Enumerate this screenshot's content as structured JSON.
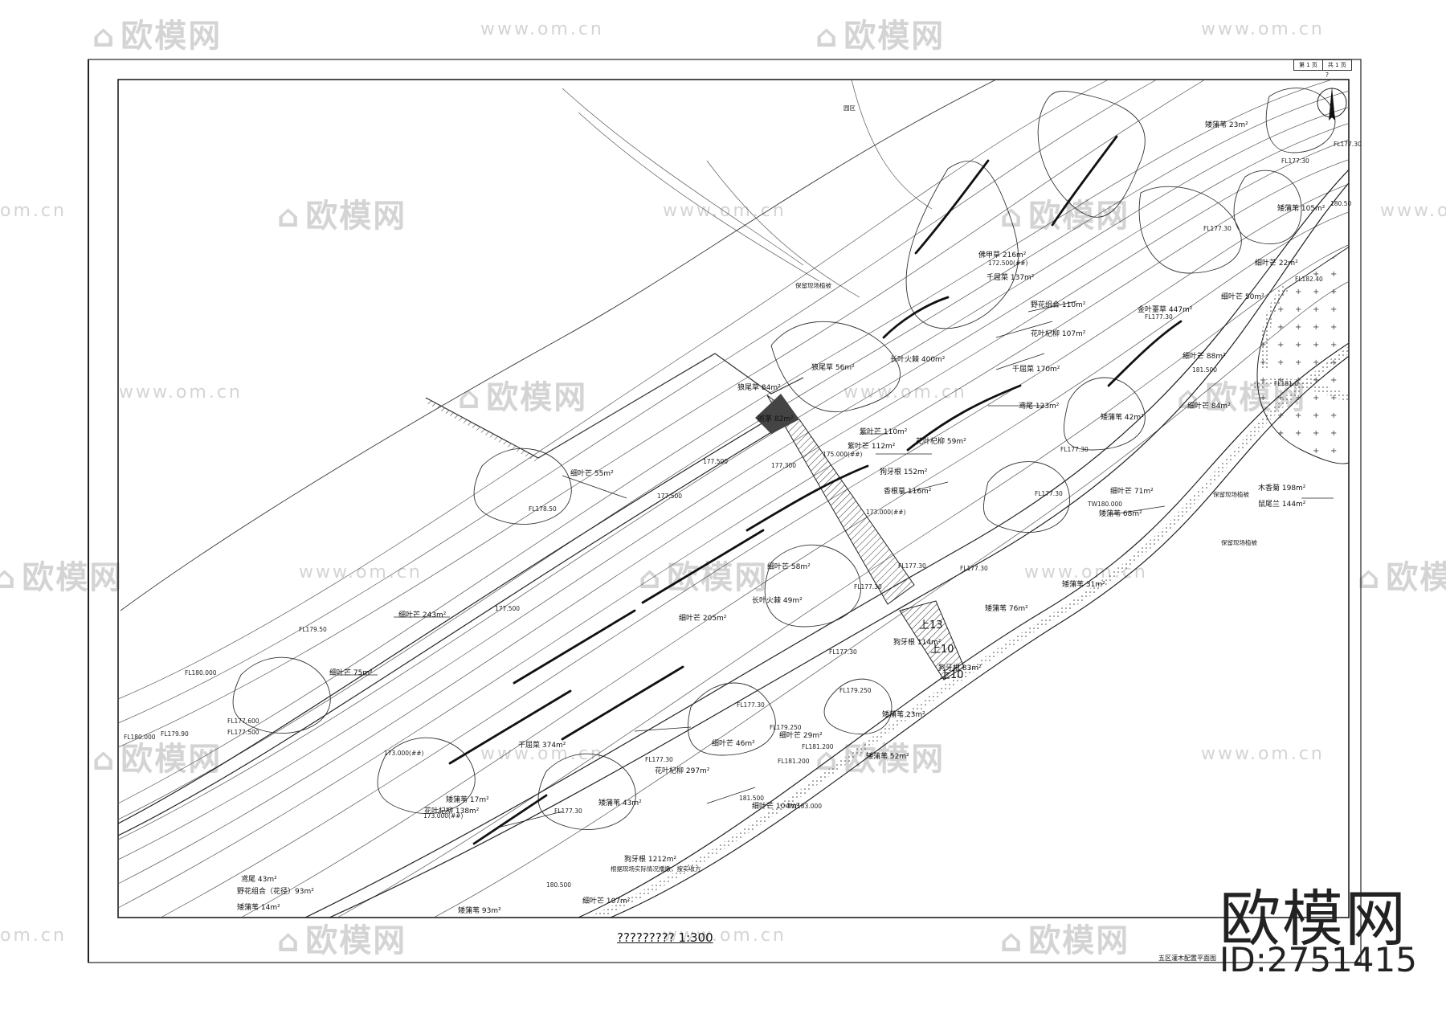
{
  "watermark": {
    "logo": "欧模网",
    "url": "www.om.cn",
    "url_partial": "om.cn"
  },
  "brand": {
    "name": "欧模网",
    "id": "ID:2751415"
  },
  "sheet": {
    "page_current": "第 1 页",
    "page_total": "共 1 页",
    "drawing_title": "????????? 1:300",
    "sheet_name": "五区灌木配置平面图",
    "north_mark": "?"
  },
  "zone_labels": [
    "保留现场植被",
    "保留现场植被",
    "保留现场植被",
    "园区"
  ],
  "plant_labels": [
    "细叶芒 55m²",
    "细叶芒 243m²",
    "细叶芒 75m²",
    "狼尾草 84m²",
    "斑茅 82m²",
    "狼尾草 56m²",
    "长叶火棘 400m²",
    "紫叶芒 110m²",
    "紫叶芒 112m²",
    "狗牙根 152m²",
    "香根草 116m²",
    "佛甲草 216m²",
    "千屈菜 137m²",
    "野花组合 110m²",
    "花叶杞柳 107m²",
    "千屈菜 170m²",
    "鸢尾 123m²",
    "花叶杞柳 59m²",
    "金叶薹草 447m²",
    "细叶芒 50m²",
    "细叶芒 88m²",
    "细叶芒 84m²",
    "矮蒲苇 42m²",
    "细叶芒 71m²",
    "矮蒲苇 68m²",
    "矮蒲苇 31m²",
    "矮蒲苇 23m²",
    "矮蒲苇 105m²",
    "细叶芒 22m²",
    "木香菊 198m²",
    "鼠尾兰 144m²",
    "细叶芒 58m²",
    "长叶火棘 49m²",
    "细叶芒 205m²",
    "矮蒲苇 76m²",
    "矮蒲苇 23m²",
    "细叶芒 46m²",
    "细叶芒 29m²",
    "矮蒲苇 52m²",
    "千屈菜 374m²",
    "花叶杞柳 297m²",
    "矮蒲苇 17m²",
    "花叶杞柳 138m²",
    "矮蒲苇 43m²",
    "细叶芒 104m²",
    "狗牙根 1212m²",
    "鸢尾 43m²",
    "野花组合（花径）93m²",
    "矮蒲苇 14m²",
    "矮蒲苇 93m²",
    "细叶芒 107m²",
    "狗牙根 114m²",
    "狗牙根 83m²"
  ],
  "note": "根据现场实际情况播撒，按实收方",
  "elevation_labels": [
    "FL177.30",
    "FL177.30",
    "FL177.30",
    "FL177.30",
    "FL177.30",
    "FL177.30",
    "FL177.30",
    "FL177.30",
    "FL177.30",
    "FL177.30",
    "FL177.30",
    "FL177.30",
    "FL177.30",
    "177.500",
    "177.500",
    "177.500",
    "177.300",
    "173.000(##)",
    "175.000(##)",
    "172.500(##)",
    "173.000(##)",
    "173.000(##)",
    "FL178.50",
    "FL179.50",
    "FL180.000",
    "FL177.600",
    "FL177.500",
    "FL179.90",
    "FL180.000",
    "FL179.250",
    "FL179.250",
    "FL181.200",
    "FL181.200",
    "181.500",
    "181.500",
    "180.500",
    "180.50",
    "TW183.000",
    "TW180.000",
    "FL182.40",
    "FL181.0"
  ],
  "steps": [
    "上13",
    "上10",
    "上10"
  ]
}
